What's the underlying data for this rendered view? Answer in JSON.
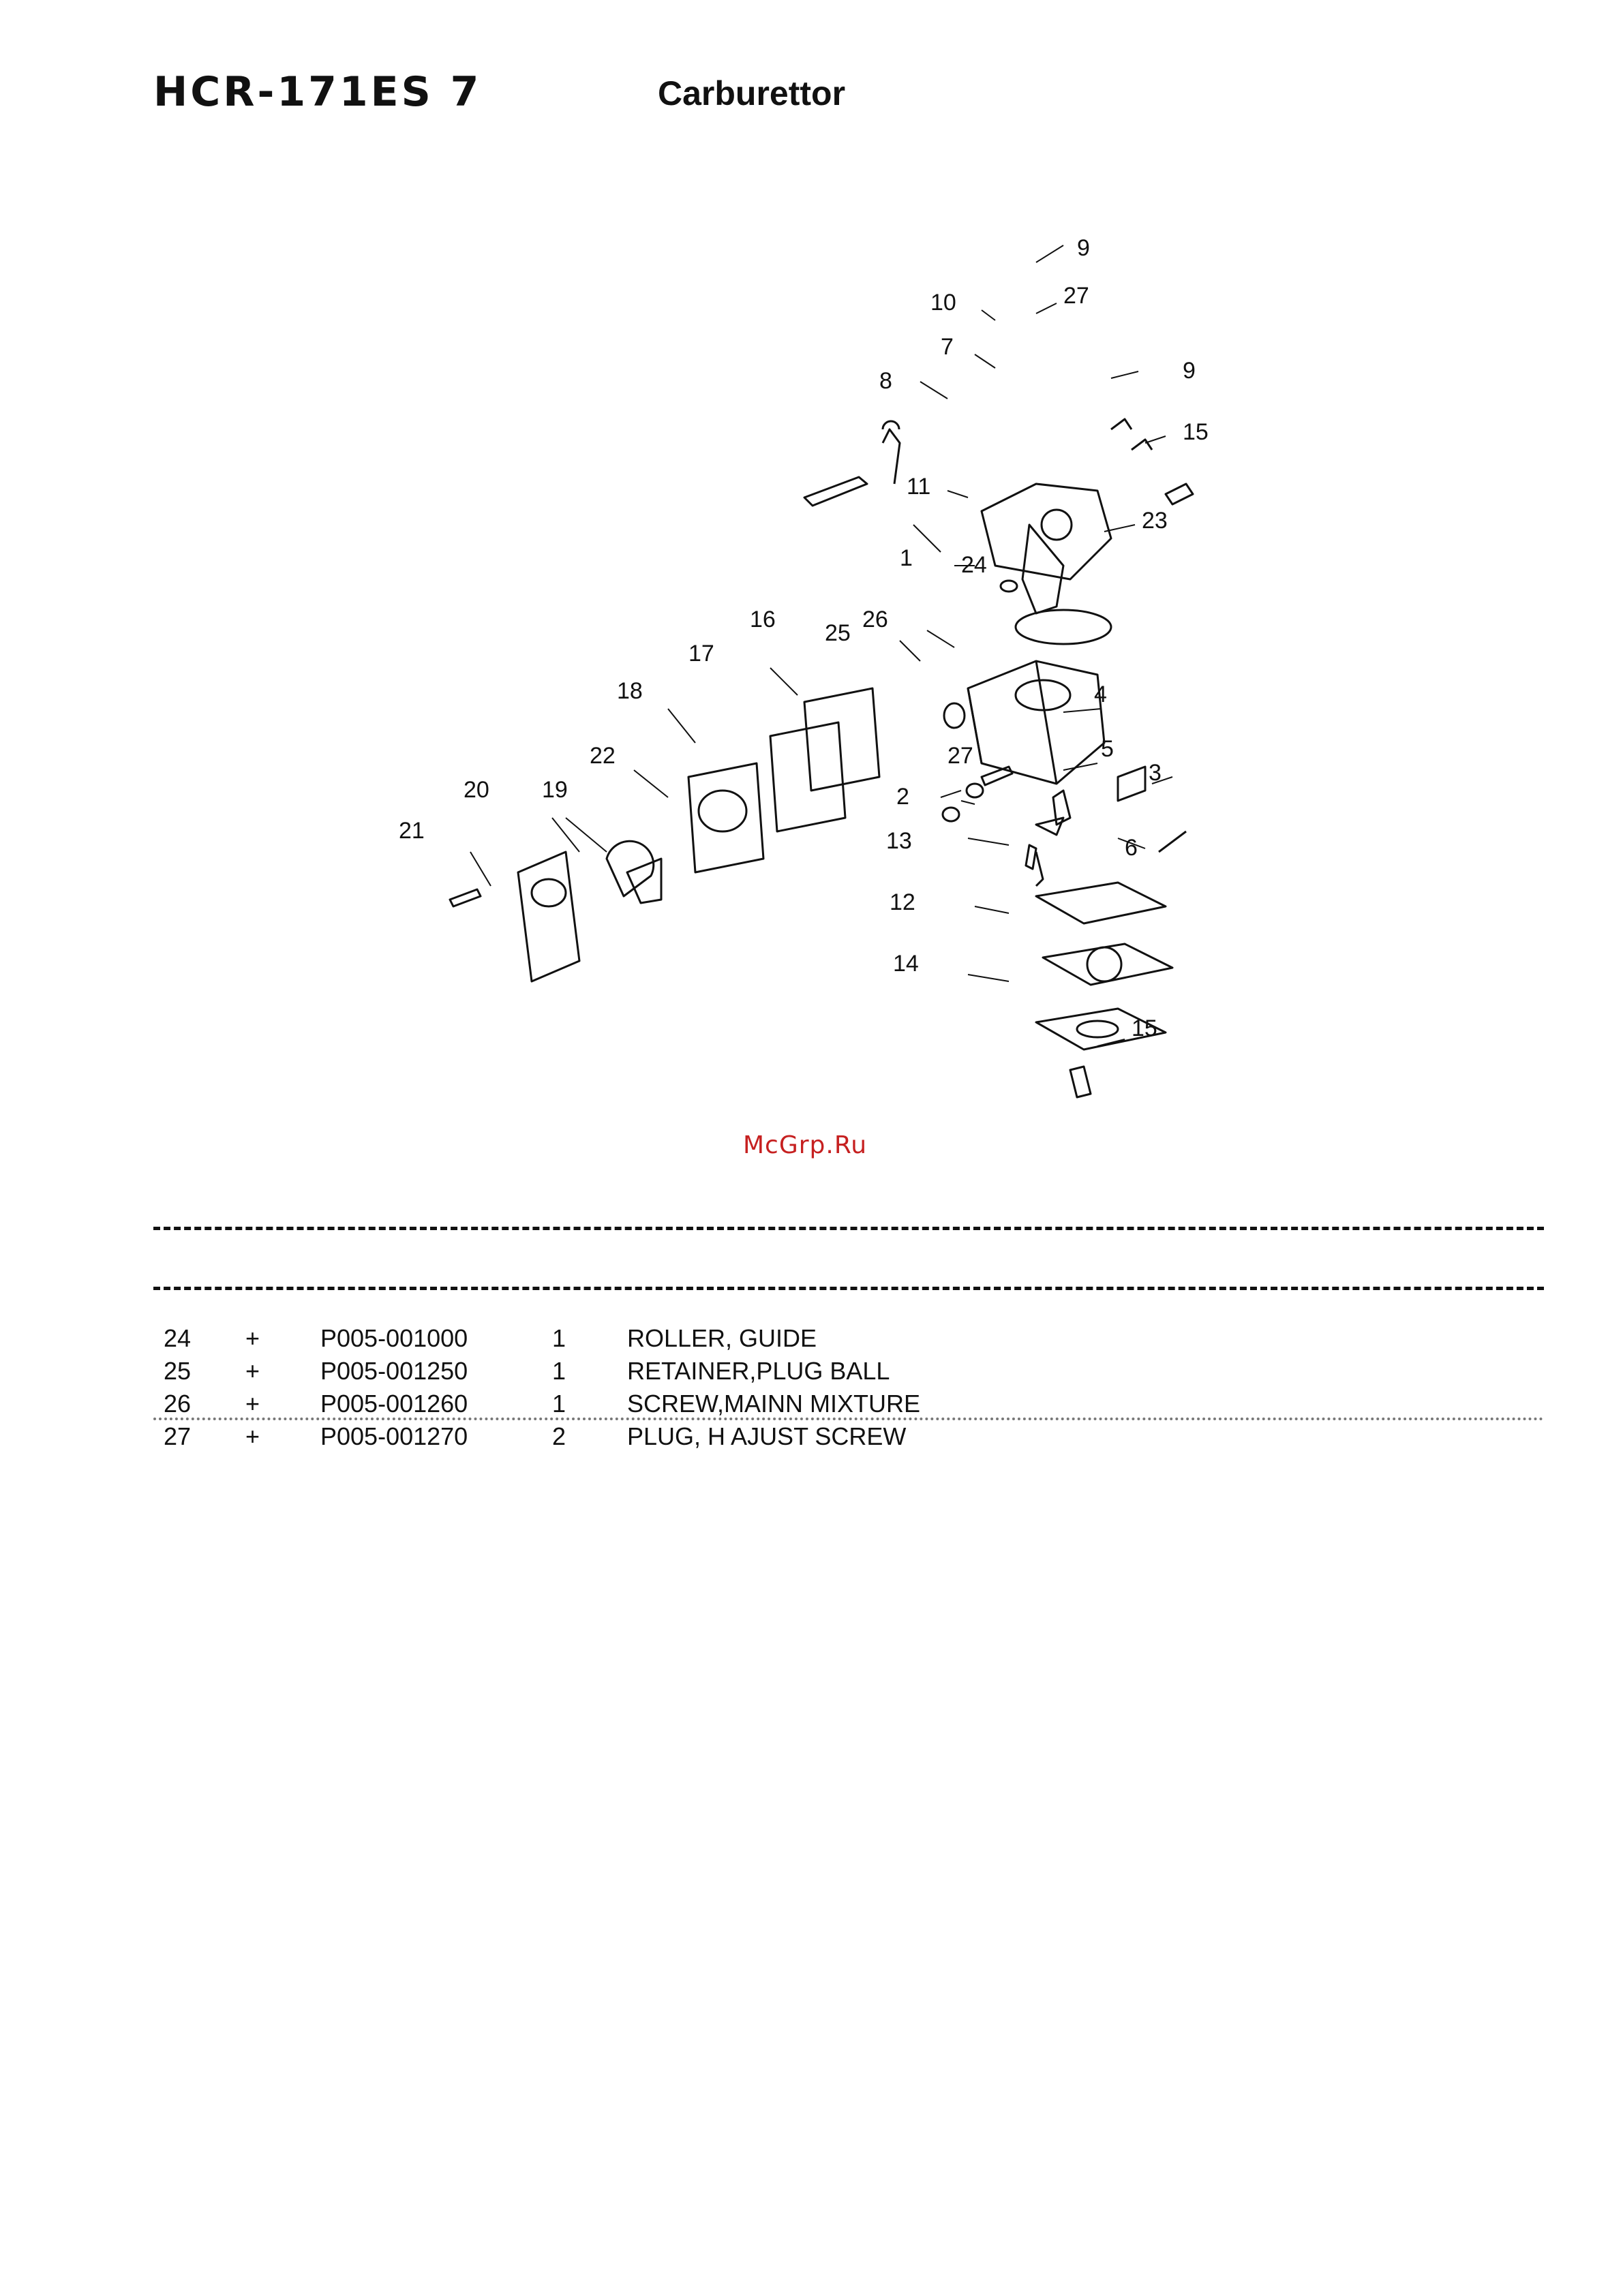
{
  "header": {
    "model": "HCR-171ES  7",
    "section_title": "Carburettor"
  },
  "diagram": {
    "callouts": [
      "9",
      "10",
      "27",
      "7",
      "9",
      "8",
      "15",
      "11",
      "23",
      "1",
      "24",
      "16",
      "26",
      "25",
      "17",
      "4",
      "18",
      "27",
      "5",
      "22",
      "3",
      "20",
      "19",
      "2",
      "21",
      "13",
      "6",
      "12",
      "14",
      "15"
    ]
  },
  "watermark": "McGrp.Ru",
  "parts": [
    {
      "ref": "24",
      "mark": "+",
      "part_no": "P005-001000",
      "qty": "1",
      "description": "ROLLER, GUIDE"
    },
    {
      "ref": "25",
      "mark": "+",
      "part_no": "P005-001250",
      "qty": "1",
      "description": "RETAINER,PLUG BALL"
    },
    {
      "ref": "26",
      "mark": "+",
      "part_no": "P005-001260",
      "qty": "1",
      "description": "SCREW,MAINN MIXTURE"
    },
    {
      "ref": "27",
      "mark": "+",
      "part_no": "P005-001270",
      "qty": "2",
      "description": "PLUG, H AJUST SCREW"
    }
  ]
}
